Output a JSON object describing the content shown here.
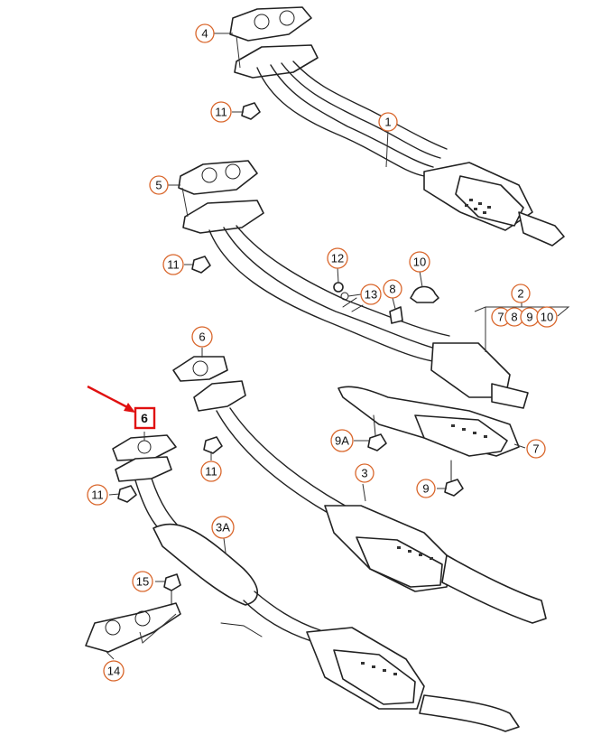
{
  "callouts": {
    "c1": "1",
    "c2": "2",
    "c3": "3",
    "c3a": "3A",
    "c4": "4",
    "c5": "5",
    "c6_upper": "6",
    "c6_highlighted": "6",
    "c7": "7",
    "c8": "8",
    "c9": "9",
    "c9a": "9A",
    "c10": "10",
    "c11_a": "11",
    "c11_b": "11",
    "c11_c": "11",
    "c11_d": "11",
    "c12": "12",
    "c13": "13",
    "c14": "14",
    "c15": "15"
  },
  "group_2": [
    "7",
    "8",
    "9",
    "10"
  ],
  "colors": {
    "callout_ring": "#d9662b",
    "highlight": "#e01010"
  }
}
